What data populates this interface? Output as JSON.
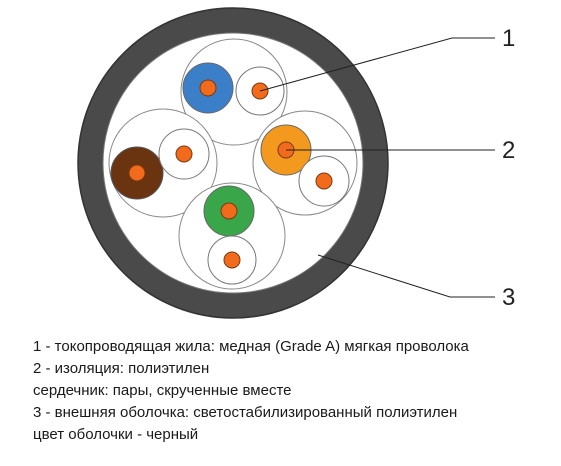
{
  "callouts": [
    {
      "number": "1"
    },
    {
      "number": "2"
    },
    {
      "number": "3"
    }
  ],
  "legend": [
    "1 - токопроводящая жила: медная (Grade A) мягкая проволока",
    "2 - изоляция: полиэтилен",
    "сердечник: пары, скрученные вместе",
    "3 - внешняя оболочка: светостабилизированный полиэтилен",
    "цвет оболочки - черный"
  ],
  "colors": {
    "jacket": "#4a4a4a",
    "conductor": "#f26a1b",
    "pair_blue": "#3a7fc8",
    "pair_orange": "#f39a1e",
    "pair_brown": "#6b3410",
    "pair_green": "#3aa64a",
    "outline": "#666666"
  }
}
